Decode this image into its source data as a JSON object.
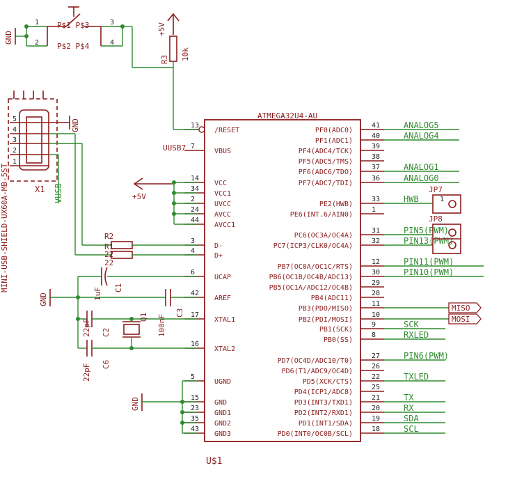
{
  "chip": {
    "name": "ATMEGA32U4-AU",
    "ref": "U$1",
    "left_pins": [
      {
        "num": "13",
        "label": "/RESET"
      },
      {
        "num": "7",
        "label": "VBUS"
      },
      {
        "num": "14",
        "label": "VCC"
      },
      {
        "num": "34",
        "label": "VCC1"
      },
      {
        "num": "2",
        "label": "UVCC"
      },
      {
        "num": "24",
        "label": "AVCC"
      },
      {
        "num": "44",
        "label": "AVCC1"
      },
      {
        "num": "3",
        "label": "D-"
      },
      {
        "num": "4",
        "label": "D+"
      },
      {
        "num": "6",
        "label": "UCAP"
      },
      {
        "num": "42",
        "label": "AREF"
      },
      {
        "num": "17",
        "label": "XTAL1"
      },
      {
        "num": "16",
        "label": "XTAL2"
      },
      {
        "num": "5",
        "label": "UGND"
      },
      {
        "num": "15",
        "label": "GND"
      },
      {
        "num": "23",
        "label": "GND1"
      },
      {
        "num": "35",
        "label": "GND2"
      },
      {
        "num": "43",
        "label": "GND3"
      }
    ],
    "right_pins": [
      {
        "num": "41",
        "label": "PF0(ADC0)",
        "net": "ANALOG5"
      },
      {
        "num": "40",
        "label": "PF1(ADC1)",
        "net": "ANALOG4"
      },
      {
        "num": "39",
        "label": "PF4(ADC4/TCK)",
        "net": ""
      },
      {
        "num": "38",
        "label": "PF5(ADC5/TMS)",
        "net": ""
      },
      {
        "num": "37",
        "label": "PF6(ADC6/TDO)",
        "net": "ANALOG1"
      },
      {
        "num": "36",
        "label": "PF7(ADC7/TDI)",
        "net": "ANALOG0"
      },
      {
        "num": "33",
        "label": "PE2(HWB)",
        "net": "HWB"
      },
      {
        "num": "1",
        "label": "PE6(INT.6/AIN0)",
        "net": ""
      },
      {
        "num": "31",
        "label": "PC6(OC3A/OC4A)",
        "net": "PIN5(PWM)"
      },
      {
        "num": "32",
        "label": "PC7(ICP3/CLK0/OC4A)",
        "net": "PIN13(PWM)"
      },
      {
        "num": "12",
        "label": "PB7(OC0A/OC1C/RTS)",
        "net": "PIN11(PWM)"
      },
      {
        "num": "30",
        "label": "PB6(OC1B/OC4B/ADC13)",
        "net": "PIN10(PWM)"
      },
      {
        "num": "29",
        "label": "PB5(OC1A/ADC12/OC4B)",
        "net": ""
      },
      {
        "num": "28",
        "label": "PB4(ADC11)",
        "net": ""
      },
      {
        "num": "11",
        "label": "PB3(PDO/MISO)",
        "net": "MISO"
      },
      {
        "num": "10",
        "label": "PB2(PDI/MOSI)",
        "net": "MOSI"
      },
      {
        "num": "9",
        "label": "PB1(SCK)",
        "net": "SCK"
      },
      {
        "num": "8",
        "label": "PB0(SS)",
        "net": "RXLED"
      },
      {
        "num": "27",
        "label": "PD7(OC4D/ADC10/T0)",
        "net": "PIN6(PWM)"
      },
      {
        "num": "26",
        "label": "PD6(T1/ADC9/OC4D)",
        "net": ""
      },
      {
        "num": "22",
        "label": "PD5(XCK/CTS)",
        "net": "TXLED"
      },
      {
        "num": "25",
        "label": "PD4(ICP1/ADC8)",
        "net": ""
      },
      {
        "num": "21",
        "label": "PD3(INT3/TXD1)",
        "net": "TX"
      },
      {
        "num": "20",
        "label": "PD2(INT2/RXD1)",
        "net": "RX"
      },
      {
        "num": "19",
        "label": "PD1(INT1/SDA)",
        "net": "SDA"
      },
      {
        "num": "18",
        "label": "PD0(INT0/OC0B/SCL)",
        "net": "SCL"
      }
    ]
  },
  "labels": {
    "gnd": "GND",
    "plus5v": "+5V",
    "vusb": "VUSB",
    "uusb7": "UUSB7",
    "switch_pins": [
      "P$1 P$3",
      "P$2 P$4"
    ],
    "switch_nums": [
      "1",
      "2",
      "3",
      "4"
    ],
    "r3_ref": "R3",
    "r3_val": "10k",
    "usb_conn": "MINI-USB-SHIELD-UX60A-MB-5ST",
    "usb_ref": "X1",
    "usb_pins": [
      "5",
      "4",
      "3",
      "2",
      "1"
    ],
    "r2": "R2",
    "r1": "R1",
    "r22a": "22",
    "r22b": "22",
    "c1": "C1",
    "c1_val": "1uF",
    "c3": "C3",
    "c3_val": "100nF",
    "q1": "Q1",
    "c2": "C2",
    "c2_val": "22pF",
    "c6": "C6",
    "c6_val": "22pF",
    "jp7": "JP7",
    "jp8": "JP8",
    "jp_pin": "1"
  }
}
